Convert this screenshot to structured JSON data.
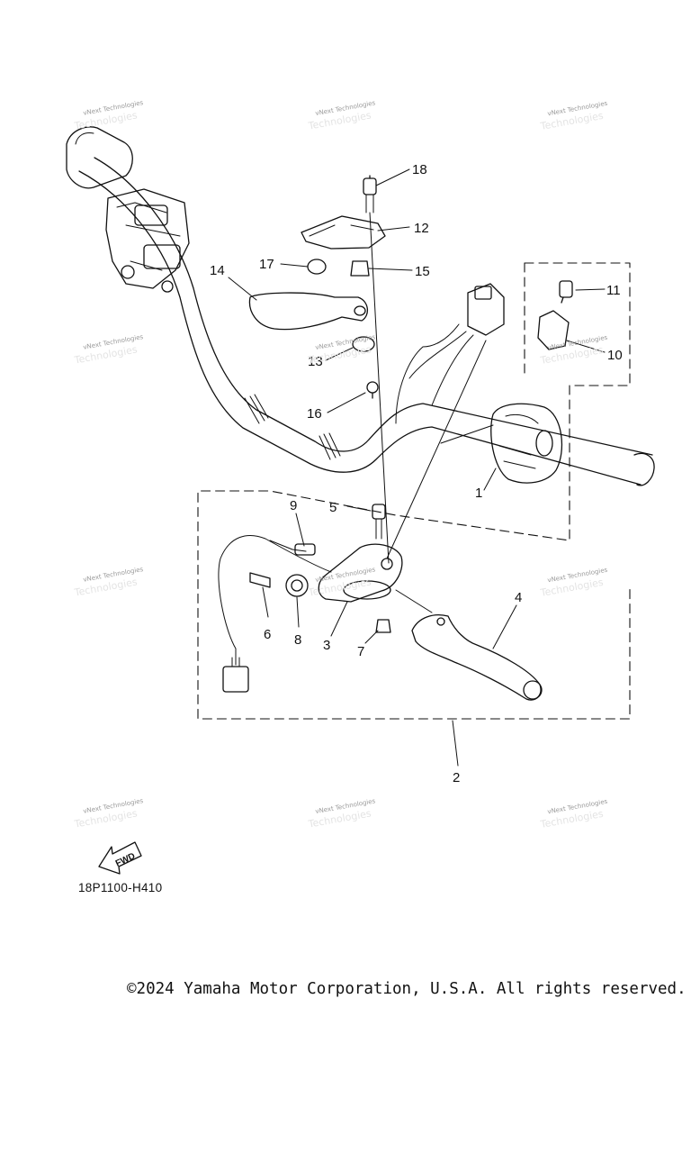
{
  "diagram": {
    "callouts": [
      {
        "id": "1",
        "label": "1"
      },
      {
        "id": "2",
        "label": "2"
      },
      {
        "id": "3",
        "label": "3"
      },
      {
        "id": "4",
        "label": "4"
      },
      {
        "id": "5",
        "label": "5"
      },
      {
        "id": "6",
        "label": "6"
      },
      {
        "id": "7",
        "label": "7"
      },
      {
        "id": "8",
        "label": "8"
      },
      {
        "id": "9",
        "label": "9"
      },
      {
        "id": "10",
        "label": "10"
      },
      {
        "id": "11",
        "label": "11"
      },
      {
        "id": "12",
        "label": "12"
      },
      {
        "id": "13",
        "label": "13"
      },
      {
        "id": "14",
        "label": "14"
      },
      {
        "id": "15",
        "label": "15"
      },
      {
        "id": "16",
        "label": "16"
      },
      {
        "id": "17",
        "label": "17"
      },
      {
        "id": "18",
        "label": "18"
      }
    ],
    "watermark": {
      "line1": "vNext Technologies",
      "line2": "Technologies"
    },
    "fwd_label": "FWD",
    "code": "18P1100-H410",
    "colors": {
      "line": "#111111",
      "watermark": "#9a9a9a"
    }
  },
  "footer": {
    "copyright": "©2024 Yamaha Motor Corporation, U.S.A. All rights reserved."
  }
}
